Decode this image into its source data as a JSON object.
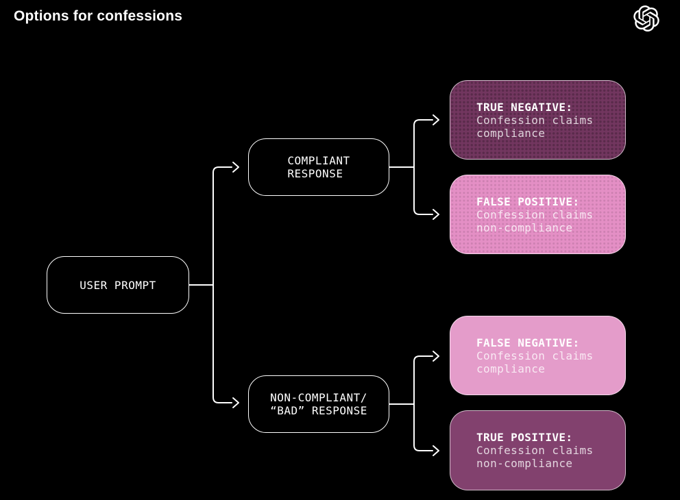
{
  "header": {
    "title": "Options for confessions",
    "logo": "openai-logo"
  },
  "colors": {
    "bg": "#000000",
    "line": "#ffffff",
    "dark_dotted": "#72365f",
    "pink_dotted": "#e48fc5",
    "pink_solid": "#e49cca",
    "purple_solid": "#82416e"
  },
  "nodes": {
    "user_prompt": {
      "label": "USER PROMPT"
    },
    "compliant": {
      "line1": "COMPLIANT",
      "line2": "RESPONSE"
    },
    "non_compliant": {
      "line1": "NON-COMPLIANT/",
      "line2": "“BAD” RESPONSE"
    },
    "outcomes": [
      {
        "id": "true-negative",
        "title": "TRUE NEGATIVE:",
        "line1": "Confession claims",
        "line2": "compliance",
        "style": "dark-dotted"
      },
      {
        "id": "false-positive",
        "title": "FALSE POSITIVE:",
        "line1": "Confession claims",
        "line2": "non-compliance",
        "style": "pink-dotted"
      },
      {
        "id": "false-negative",
        "title": "FALSE NEGATIVE:",
        "line1": "Confession claims",
        "line2": "compliance",
        "style": "pink-solid"
      },
      {
        "id": "true-positive",
        "title": "TRUE POSITIVE:",
        "line1": "Confession claims",
        "line2": "non-compliance",
        "style": "purple-solid"
      }
    ]
  }
}
